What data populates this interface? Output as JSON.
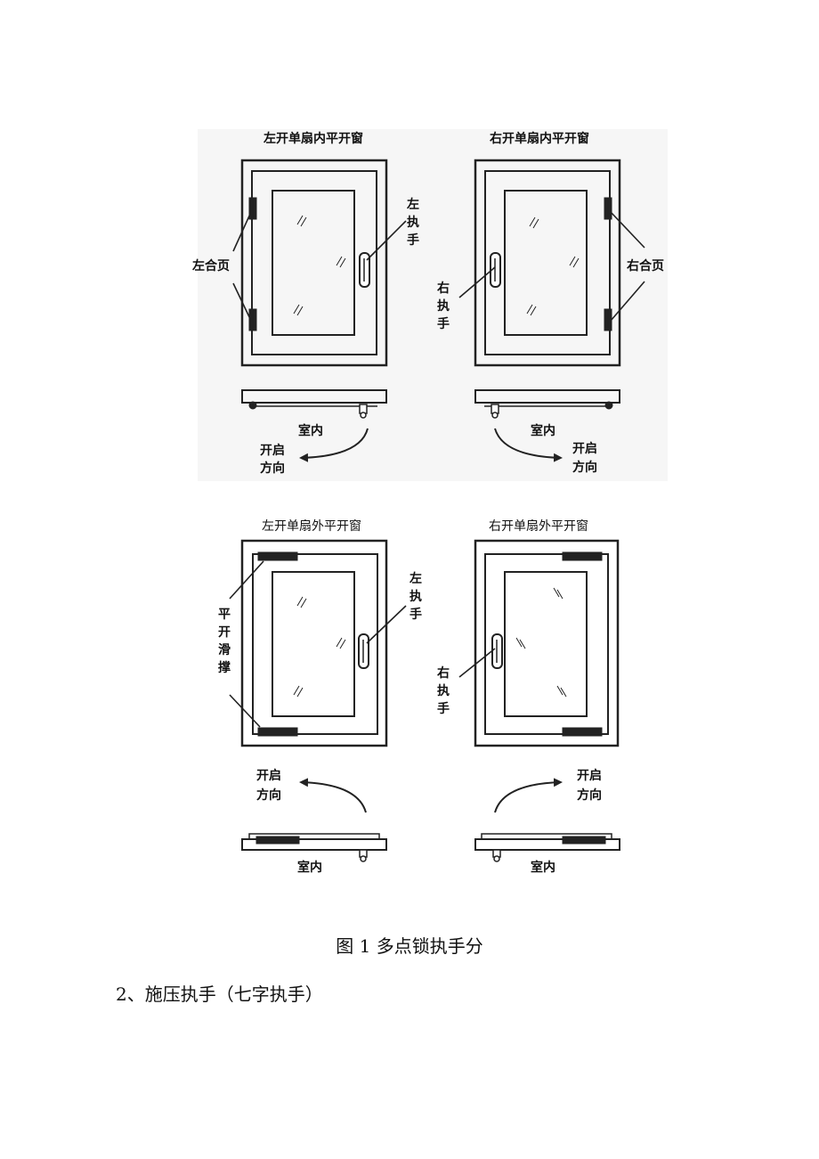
{
  "figure": {
    "panels": {
      "top_left": {
        "title": "左开单扇内平开窗",
        "hinge_label": "左合页",
        "handle_label": "左执手",
        "room_label": "室内",
        "direction_line1": "开启",
        "direction_line2": "方向"
      },
      "top_right": {
        "title": "右开单扇内平开窗",
        "hinge_label": "右合页",
        "handle_label": "右执手",
        "room_label": "室内",
        "direction_line1": "开启",
        "direction_line2": "方向"
      },
      "bottom_left": {
        "title": "左开单扇外平开窗",
        "stay_label": "平开滑撑",
        "handle_label": "左执手",
        "room_label": "室内",
        "direction_line1": "开启",
        "direction_line2": "方向"
      },
      "bottom_right": {
        "title": "右开单扇外平开窗",
        "handle_label": "右执手",
        "room_label": "室内",
        "direction_line1": "开启",
        "direction_line2": "方向"
      }
    }
  },
  "caption": "图 1 多点锁执手分",
  "section_heading": "2、施压执手（七字执手）"
}
